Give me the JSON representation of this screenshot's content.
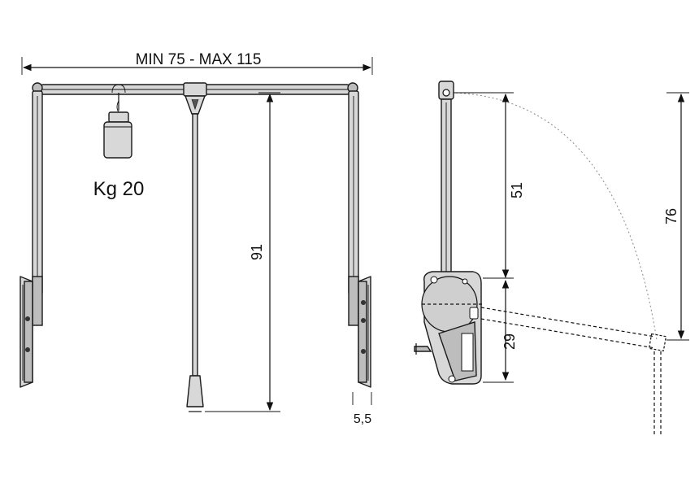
{
  "diagram": {
    "width_label": "MIN 75 - MAX 115",
    "load_label": "Kg 20",
    "height_label": "91",
    "bracket_depth_label": "5,5",
    "upper_arm_label": "51",
    "lower_arm_label": "29",
    "swing_height_label": "76"
  }
}
